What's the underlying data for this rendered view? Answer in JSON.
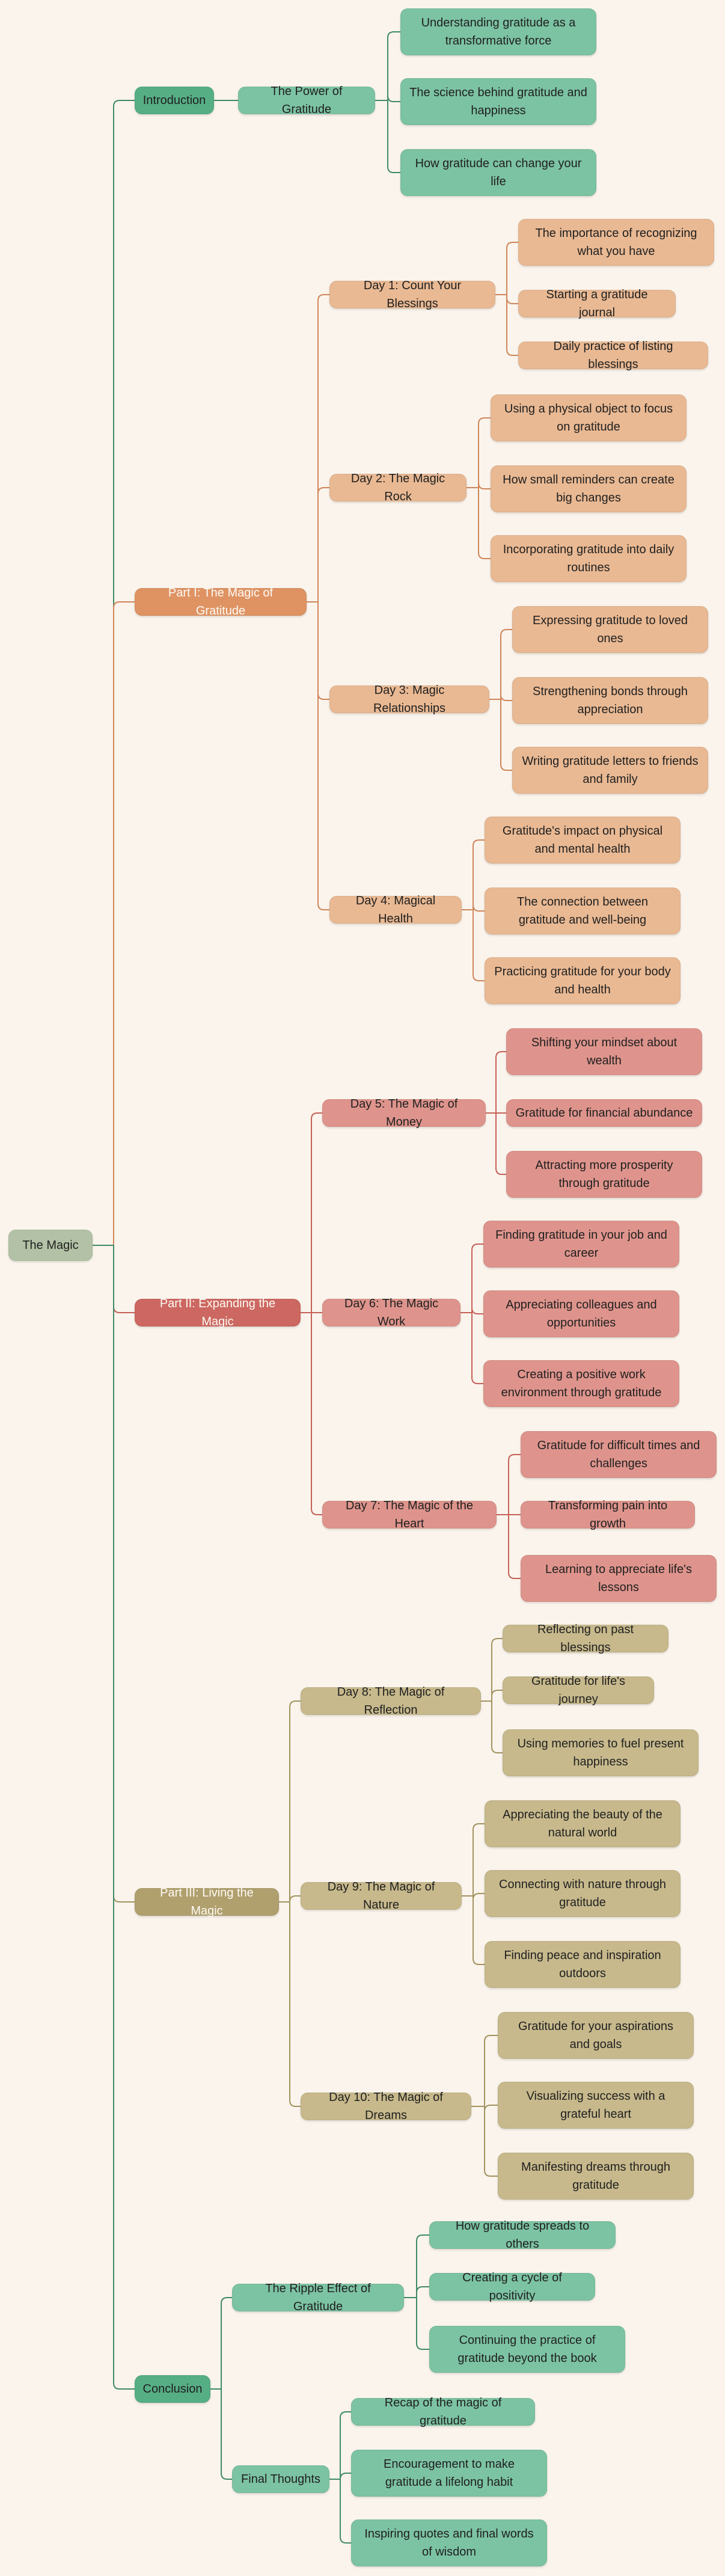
{
  "colors": {
    "background": "#faf4ec",
    "root": "#b3c2a6",
    "green_dark": "#56ae85",
    "green_light": "#7cc3a3",
    "orange_dark": "#df9363",
    "orange_light": "#e9b993",
    "red_dark": "#cc6861",
    "red_light": "#de948c",
    "olive_dark": "#b0a06e",
    "olive_light": "#c7b98c",
    "green_line": "#3f8a66",
    "orange_line": "#d0855a",
    "red_line": "#c56058",
    "olive_line": "#a3925f"
  },
  "root": "The Magic",
  "branches": [
    {
      "label": "Introduction",
      "theme": "green",
      "children": [
        {
          "label": "The Power of Gratitude",
          "children": [
            "Understanding gratitude as a transformative force",
            "The science behind gratitude and happiness",
            "How gratitude can change your life"
          ]
        }
      ]
    },
    {
      "label": "Part I: The Magic of Gratitude",
      "theme": "orange",
      "children": [
        {
          "label": "Day 1: Count Your Blessings",
          "children": [
            "The importance of recognizing what you have",
            "Starting a gratitude journal",
            "Daily practice of listing blessings"
          ]
        },
        {
          "label": "Day 2: The Magic Rock",
          "children": [
            "Using a physical object to focus on gratitude",
            "How small reminders can create big changes",
            "Incorporating gratitude into daily routines"
          ]
        },
        {
          "label": "Day 3: Magic Relationships",
          "children": [
            "Expressing gratitude to loved ones",
            "Strengthening bonds through appreciation",
            "Writing gratitude letters to friends and family"
          ]
        },
        {
          "label": "Day 4: Magical Health",
          "children": [
            "Gratitude's impact on physical and mental health",
            "The connection between gratitude and well-being",
            "Practicing gratitude for your body and health"
          ]
        }
      ]
    },
    {
      "label": "Part II: Expanding the Magic",
      "theme": "red",
      "children": [
        {
          "label": "Day 5: The Magic of Money",
          "children": [
            "Shifting your mindset about wealth",
            "Gratitude for financial abundance",
            "Attracting more prosperity through gratitude"
          ]
        },
        {
          "label": "Day 6: The Magic Work",
          "children": [
            "Finding gratitude in your job and career",
            "Appreciating colleagues and opportunities",
            "Creating a positive work environment through gratitude"
          ]
        },
        {
          "label": "Day 7: The Magic of the Heart",
          "children": [
            "Gratitude for difficult times and challenges",
            "Transforming pain into growth",
            "Learning to appreciate life's lessons"
          ]
        }
      ]
    },
    {
      "label": "Part III: Living the Magic",
      "theme": "olive",
      "children": [
        {
          "label": "Day 8: The Magic of Reflection",
          "children": [
            "Reflecting on past blessings",
            "Gratitude for life's journey",
            "Using memories to fuel present happiness"
          ]
        },
        {
          "label": "Day 9: The Magic of Nature",
          "children": [
            "Appreciating the beauty of the natural world",
            "Connecting with nature through gratitude",
            "Finding peace and inspiration outdoors"
          ]
        },
        {
          "label": "Day 10: The Magic of Dreams",
          "children": [
            "Gratitude for your aspirations and goals",
            "Visualizing success with a grateful heart",
            "Manifesting dreams through gratitude"
          ]
        }
      ]
    },
    {
      "label": "Conclusion",
      "theme": "green",
      "children": [
        {
          "label": "The Ripple Effect of Gratitude",
          "children": [
            "How gratitude spreads to others",
            "Creating a cycle of positivity",
            "Continuing the practice of gratitude beyond the book"
          ]
        },
        {
          "label": "Final Thoughts",
          "children": [
            "Recap of the magic of gratitude",
            "Encouragement to make gratitude a lifelong habit",
            "Inspiring quotes and final words of wisdom"
          ]
        }
      ]
    }
  ]
}
